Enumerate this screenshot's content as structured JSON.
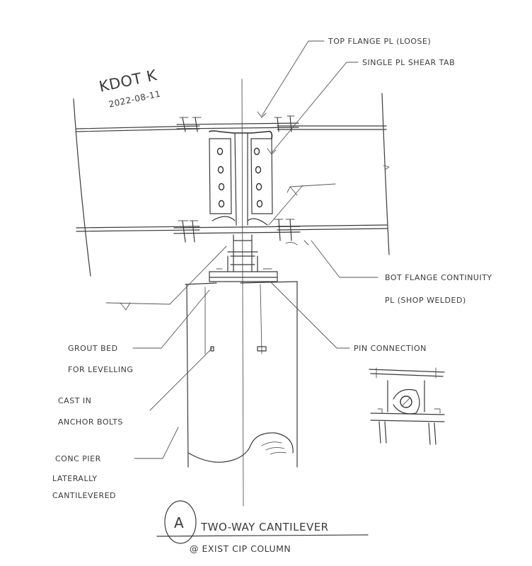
{
  "signature": {
    "initials": "KDOT K",
    "date": "2022-08-11"
  },
  "labels": {
    "top_flange_plate": "TOP FLANGE PL (LOOSE)",
    "shear_tab": "SINGLE PL SHEAR TAB",
    "bottom_flange_line1": "BOT FLANGE CONTINUITY",
    "bottom_flange_line2": "PL (SHOP WELDED)",
    "grout_bed_line1": "GROUT BED",
    "grout_bed_line2": "FOR LEVELLING",
    "pin_connection": "PIN CONNECTION",
    "anchor_bolts_line1": "CAST IN",
    "anchor_bolts_line2": "ANCHOR BOLTS",
    "pier_line1": "CONC PIER",
    "pier_line2": "LATERALLY",
    "pier_line3": "CANTILEVERED"
  },
  "title": {
    "marker": "A",
    "line1": "TWO-WAY CANTILEVER",
    "line2": "@ EXIST CIP COLUMN"
  }
}
